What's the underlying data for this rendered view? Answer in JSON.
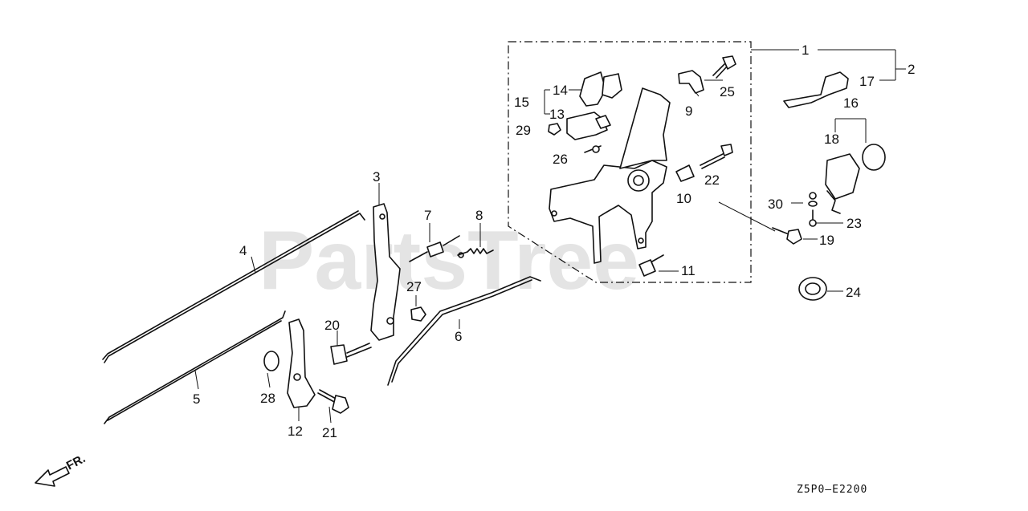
{
  "watermark": "PartsTree",
  "direction_label": "FR.",
  "diagram_code": "Z5P0—E2200",
  "callouts": {
    "c1": "1",
    "c2": "2",
    "c3": "3",
    "c4": "4",
    "c5": "5",
    "c6": "6",
    "c7": "7",
    "c8": "8",
    "c9": "9",
    "c10": "10",
    "c11": "11",
    "c12": "12",
    "c13": "13",
    "c14": "14",
    "c15": "15",
    "c16": "16",
    "c17": "17",
    "c18": "18",
    "c19": "19",
    "c20": "20",
    "c21": "21",
    "c22": "22",
    "c23": "23",
    "c24": "24",
    "c25": "25",
    "c26": "26",
    "c27": "27",
    "c28": "28",
    "c29": "29",
    "c30": "30"
  }
}
